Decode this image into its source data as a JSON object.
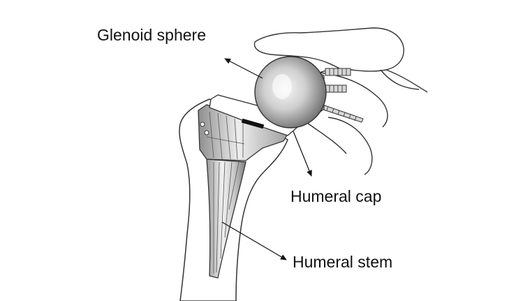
{
  "labels": {
    "glenoid_sphere": "Glenoid sphere",
    "humeral_cap": "Humeral cap",
    "humeral_stem": "Humeral stem"
  },
  "colors": {
    "outline": "#222222",
    "metal_light": "#f4f4f4",
    "metal_dark": "#6b6b6b",
    "background": "#ffffff"
  }
}
